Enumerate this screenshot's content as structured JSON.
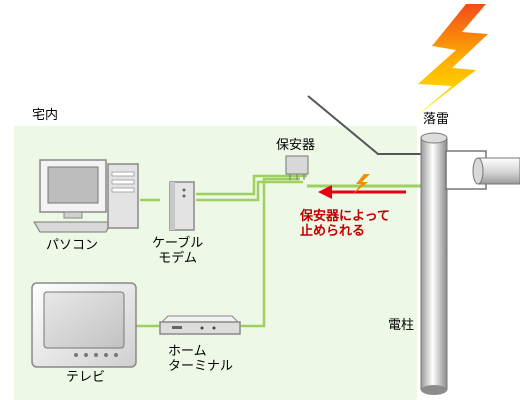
{
  "labels": {
    "house": "宅内",
    "lightning": "落雷",
    "protector": "保安器",
    "stop_message": "保安器によって\n止められる",
    "pole": "電柱",
    "pc": "パソコン",
    "modem": "ケーブル\nモデム",
    "tv": "テレビ",
    "terminal": "ホーム\nターミナル"
  },
  "colors": {
    "house_area": "#eef8e6",
    "cable": "#9ed060",
    "arrow": "#e60012",
    "lightning": "#ffd400"
  }
}
